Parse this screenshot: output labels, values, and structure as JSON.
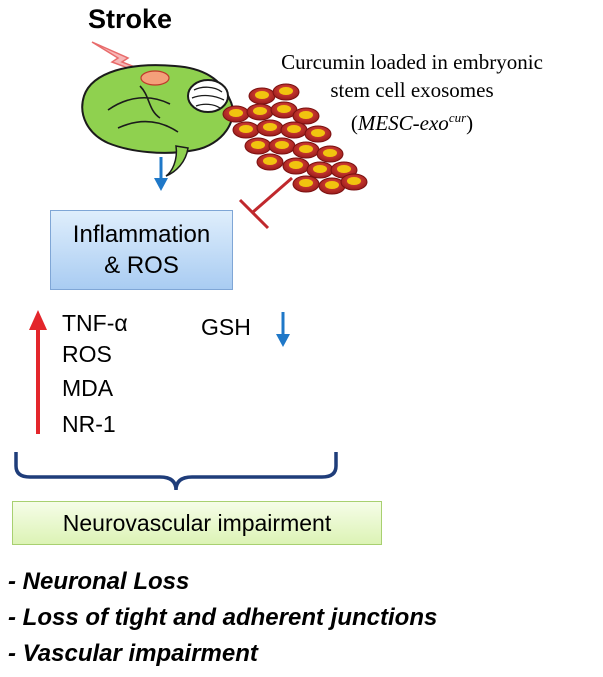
{
  "stroke": {
    "title": "Stroke"
  },
  "exosome_label": {
    "line1": "Curcumin loaded in embryonic",
    "line2": "stem cell exosomes",
    "abbr_open": "(",
    "abbr_main": "MESC-exo",
    "abbr_sup": "cur",
    "abbr_close": ")"
  },
  "inflammation": {
    "line1": "Inflammation",
    "line2": "& ROS"
  },
  "markers_up": [
    "TNF-α",
    "ROS",
    "MDA",
    "NR-1"
  ],
  "markers_down": [
    "GSH"
  ],
  "neurovascular": {
    "label": "Neurovascular impairment"
  },
  "outcomes": [
    "- Neuronal Loss",
    "- Loss of tight and adherent junctions",
    "- Vascular impairment"
  ],
  "colors": {
    "brain": "#8fd14f",
    "exosome": "#c0392b",
    "exosome_core": "#f1c40f",
    "arrow_down": "#1f78c8",
    "arrow_up": "#e3262b",
    "inhibit": "#c0282d",
    "brace": "#1f3d7a"
  }
}
